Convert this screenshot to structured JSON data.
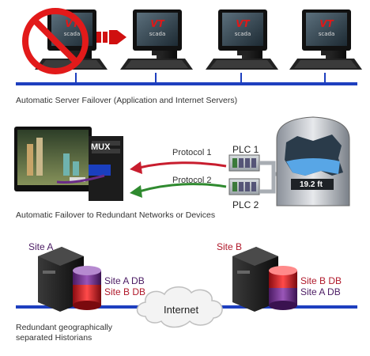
{
  "section1": {
    "caption": "Automatic Server Failover (Application and Internet Servers)",
    "monitor_logo_top": "VT",
    "monitor_logo_bottom": "scada",
    "server_count": 4,
    "failed_server_index": 0
  },
  "section2": {
    "caption": "Automatic Failover to Redundant Networks or Devices",
    "mux_label": "MUX",
    "protocol1_label": "Protocol 1",
    "protocol2_label": "Protocol 2",
    "plc1_label": "PLC 1",
    "plc2_label": "PLC 2",
    "tank_level_label": "19.2 ft"
  },
  "section3": {
    "caption": "Redundant geographically separated Historians",
    "site_a_label": "Site A",
    "site_b_label": "Site B",
    "site_a_db_lines": [
      "Site A DB",
      "Site B DB"
    ],
    "site_b_db_lines": [
      "Site B DB",
      "Site A DB"
    ],
    "internet_label": "Internet"
  },
  "colors": {
    "network_line": "#1e3fbf",
    "arrow_red": "#c81d2e",
    "arrow_green": "#2f8a2f",
    "db_purple": "#6a2b88",
    "db_red": "#d0141d",
    "site_label_color": "#4a1a63",
    "site_b_label_color": "#c3121c"
  }
}
